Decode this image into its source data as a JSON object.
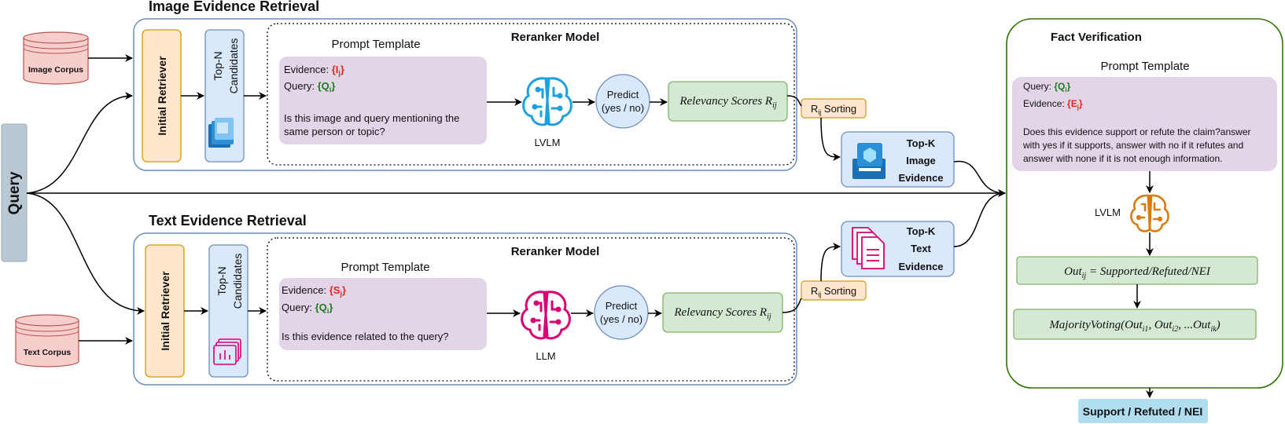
{
  "query": {
    "label": "Query"
  },
  "image_section": {
    "title": "Image Evidence Retrieval",
    "corpus": "Image Corpus",
    "initial_retriever": "Initial Retriever",
    "top_n": [
      "Top-N",
      "Candidates"
    ],
    "reranker_title": "Reranker Model",
    "prompt_template_title": "Prompt Template",
    "evidence_label": "Evidence: ",
    "evidence_var": "{I_j}",
    "query_label": "Query: ",
    "query_var": "{Q_i}",
    "question_lines": [
      "Is this image and query mentioning the",
      "same person or topic?"
    ],
    "model": "LVLM",
    "predict_lines": [
      "Predict",
      "(yes / no)"
    ],
    "scores": "Relevancy Scores R_ij",
    "sorting": "R_ij Sorting",
    "topk_lines": [
      "Top-K",
      "Image",
      "Evidence"
    ]
  },
  "text_section": {
    "title": "Text Evidence Retrieval",
    "corpus": "Text Corpus",
    "initial_retriever": "Initial Retriever",
    "top_n": [
      "Top-N",
      "Candidates"
    ],
    "reranker_title": "Reranker Model",
    "prompt_template_title": "Prompt Template",
    "evidence_label": "Evidence: ",
    "evidence_var": "{S_j}",
    "query_label": "Query: ",
    "query_var": "{Q_i}",
    "question_lines": [
      "Is this evidence related to the query?"
    ],
    "model": "LLM",
    "predict_lines": [
      "Predict",
      "(yes / no)"
    ],
    "scores": "Relevancy Scores R_ij",
    "sorting": "R_ij Sorting",
    "topk_lines": [
      "Top-K",
      "Text",
      "Evidence"
    ]
  },
  "fact_verification": {
    "title": "Fact Verification",
    "prompt_template_title": "Prompt Template",
    "query_label": "Query: ",
    "query_var": "{Q_i}",
    "evidence_label": "Evidence: ",
    "evidence_var": "{E_j}",
    "question_lines": [
      "Does this evidence support or refute the claim?answer",
      "with yes if it supports, answer with no if it refutes and",
      "answer with none if it is not enough information."
    ],
    "model": "LVLM",
    "output_formula": "Out_ij = Supported/Refuted/NEI",
    "voting_formula": "MajorityVoting(Out_i1, Out_i2, ...Out_ik)"
  },
  "final_output": "Support / Refuted / NEI",
  "colors": {
    "section_border": "#6c8ebf",
    "section_fill": "#ffffff",
    "retriever_fill": "#ffe6cc",
    "retriever_border": "#d79b00",
    "candidates_fill": "#dae8fc",
    "prompt_fill": "#e1d5e7",
    "scores_fill": "#d5e8d4",
    "scores_border": "#82b366",
    "sorting_fill": "#ffe6cc",
    "corpus_fill": "#f8cecc",
    "corpus_border": "#b85450",
    "query_fill": "#bac8d3",
    "fv_border": "#2d7600",
    "output_fill": "#b1ddf0",
    "lvlm_icon": "#1ba1e2",
    "llm_icon": "#d80073",
    "fv_icon": "#d97b0f"
  }
}
